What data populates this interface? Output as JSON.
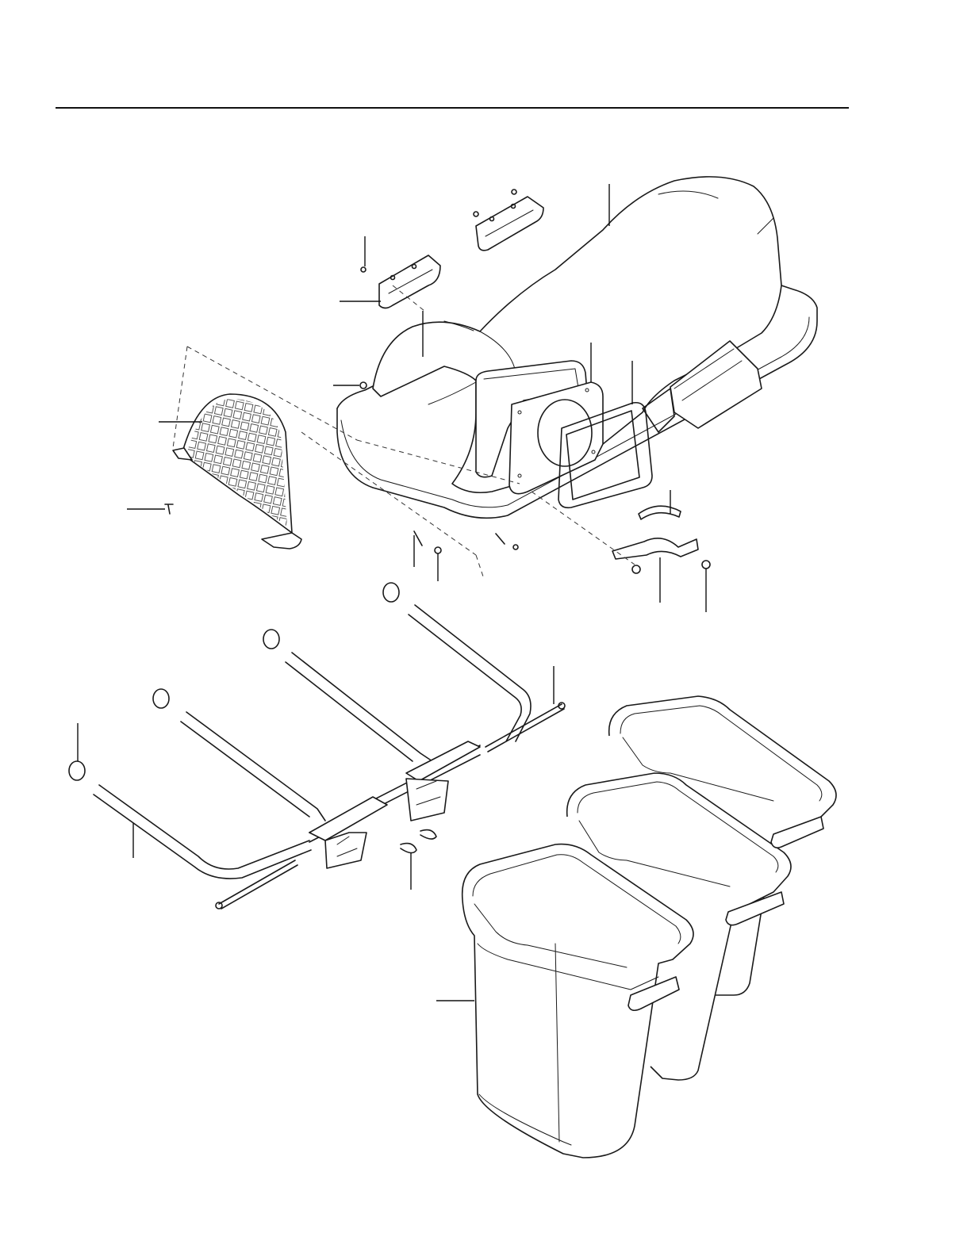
{
  "page": {
    "kind": "exploded-parts-diagram",
    "colors": {
      "line": "#1a1a1a",
      "background": "#ffffff",
      "mesh": "#555555"
    }
  },
  "parts": [
    {
      "name": "bagger-hood",
      "icon": "hood"
    },
    {
      "name": "hood-handle-bracket",
      "icon": "bracket"
    },
    {
      "name": "screen",
      "icon": "mesh-screen"
    },
    {
      "name": "chute-adapter-plate",
      "icon": "plate"
    },
    {
      "name": "chute-retainer-frame",
      "icon": "frame"
    },
    {
      "name": "mounting-strap",
      "icon": "strap"
    },
    {
      "name": "support-frame-tubes",
      "icon": "tube"
    },
    {
      "name": "tube-caps",
      "icon": "cap"
    },
    {
      "name": "axle-rods",
      "icon": "rod"
    },
    {
      "name": "hitch-brackets",
      "icon": "bracket"
    },
    {
      "name": "hairpin-clips",
      "icon": "clip"
    },
    {
      "name": "hardware",
      "icon": "fastener"
    },
    {
      "name": "grass-bags",
      "icon": "bin"
    }
  ]
}
